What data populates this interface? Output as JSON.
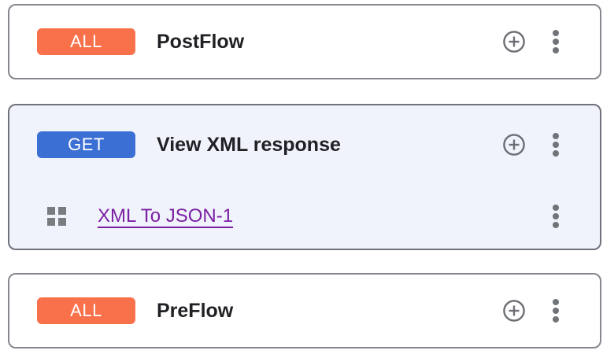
{
  "colors": {
    "badge_all_background": "#f9714b",
    "badge_get_background": "#3b6fd3",
    "selected_card_background": "#f0f3fb",
    "card_border": "#85888e",
    "selected_card_border": "#6f727b",
    "title_text": "#202124",
    "policy_link_text": "#7b1fa2",
    "icon_gray": "#707377"
  },
  "cards": [
    {
      "badge": "ALL",
      "title": "PostFlow"
    },
    {
      "badge": "GET",
      "title": "View XML response",
      "policy": {
        "label": "XML To JSON-1"
      }
    },
    {
      "badge": "ALL",
      "title": "PreFlow"
    }
  ]
}
